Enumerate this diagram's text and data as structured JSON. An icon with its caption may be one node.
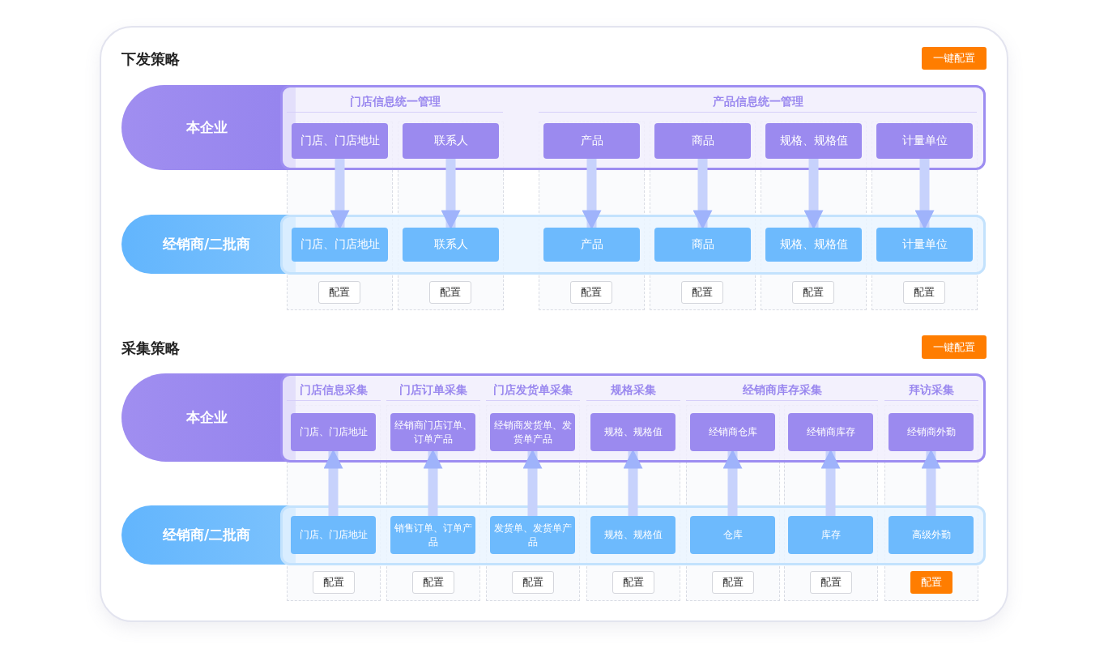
{
  "diagram": {
    "nodes": [
      {
        "text": [
          "本企业"
        ]
      },
      {
        "text": [
          "经销商/二批商"
        ]
      },
      {
        "text": [
          "门店、门店地址"
        ]
      },
      {
        "text": [
          "联系人"
        ]
      },
      {
        "text": [
          "产品"
        ]
      },
      {
        "text": [
          "商品"
        ]
      },
      {
        "text": [
          "规格、规格值"
        ]
      },
      {
        "text": [
          "计量单位"
        ]
      },
      {
        "text": [
          "门店、门店地址"
        ]
      },
      {
        "text": [
          "联系人"
        ]
      },
      {
        "text": [
          "产品"
        ]
      },
      {
        "text": [
          "商品"
        ]
      },
      {
        "text": [
          "规格、规格值"
        ]
      },
      {
        "text": [
          "计量单位"
        ]
      },
      {
        "text": [
          "本企业"
        ]
      },
      {
        "text": [
          "经销商/二批商"
        ]
      },
      {
        "text": [
          "门店、门店地址"
        ]
      },
      {
        "text": [
          "经销商门店订单、订单产品"
        ]
      },
      {
        "text": [
          "经销商发货单、发货单产品"
        ]
      },
      {
        "text": [
          "规格、规格值"
        ]
      },
      {
        "text": [
          "经销商仓库"
        ]
      },
      {
        "text": [
          "经销商库存"
        ]
      },
      {
        "text": [
          "经销商外勤"
        ]
      },
      {
        "text": [
          "门店、门店地址"
        ]
      },
      {
        "text": [
          "销售订单、订单产品"
        ]
      },
      {
        "text": [
          "发货单、发货单产品"
        ]
      },
      {
        "text": [
          "规格、规格值"
        ]
      },
      {
        "text": [
          "仓库"
        ]
      },
      {
        "text": [
          "库存"
        ]
      },
      {
        "text": [
          "高级外勤"
        ]
      }
    ],
    "edges": [
      {
        "from": 2,
        "to": 8,
        "arrow": "to"
      },
      {
        "from": 3,
        "to": 9,
        "arrow": "to"
      },
      {
        "from": 4,
        "to": 10,
        "arrow": "to"
      },
      {
        "from": 5,
        "to": 11,
        "arrow": "to"
      },
      {
        "from": 6,
        "to": 12,
        "arrow": "to"
      },
      {
        "from": 7,
        "to": 13,
        "arrow": "to"
      },
      {
        "from": 23,
        "to": 16,
        "arrow": "to"
      },
      {
        "from": 24,
        "to": 17,
        "arrow": "to"
      },
      {
        "from": 25,
        "to": 18,
        "arrow": "to"
      },
      {
        "from": 26,
        "to": 19,
        "arrow": "to"
      },
      {
        "from": 27,
        "to": 20,
        "arrow": "to"
      },
      {
        "from": 28,
        "to": 21,
        "arrow": "to"
      },
      {
        "from": 29,
        "to": 22,
        "arrow": "to"
      }
    ],
    "labels": [
      "下发策略",
      "一键配置",
      "门店信息统一管理",
      "产品信息统一管理",
      "配置",
      "配置",
      "配置",
      "配置",
      "配置",
      "配置",
      "采集策略",
      "一键配置",
      "门店信息采集",
      "门店订单采集",
      "门店发货单采集",
      "规格采集",
      "经销商库存采集",
      "拜访采集",
      "配置",
      "配置",
      "配置",
      "配置",
      "配置",
      "配置",
      "配置"
    ]
  }
}
